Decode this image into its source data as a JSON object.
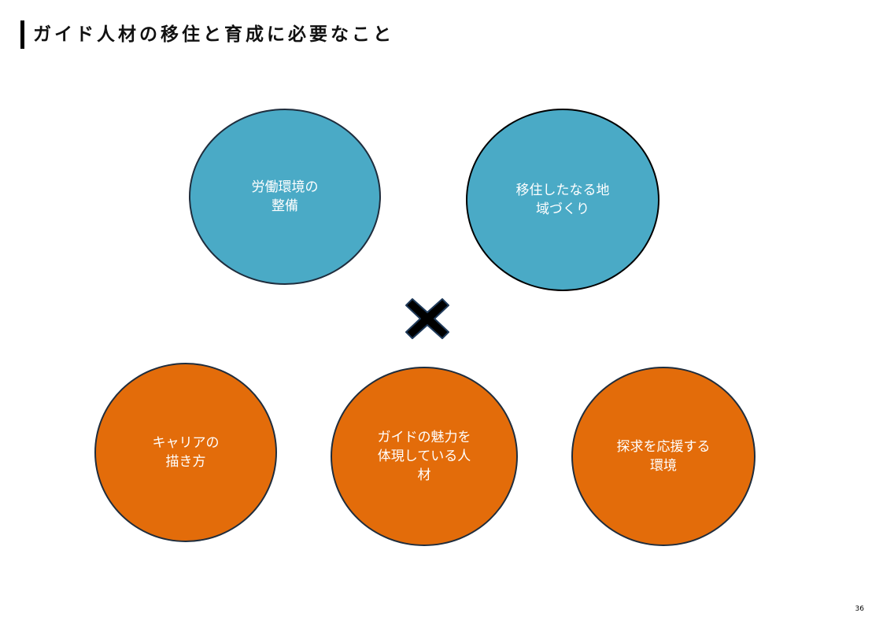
{
  "slide": {
    "title": "ガイド人材の移住と育成に必要なこと",
    "page_number": "36"
  },
  "top_circles": [
    {
      "label": "労働環境の\n整備",
      "color": "#4aaac6"
    },
    {
      "label": "移住したなる地\n域づくり",
      "color": "#4aaac6"
    }
  ],
  "operator": {
    "icon": "multiply-icon"
  },
  "bottom_circles": [
    {
      "label": "キャリアの\n描き方",
      "color": "#e36c0a"
    },
    {
      "label": "ガイドの魅力を\n体現している人\n材",
      "color": "#e36c0a"
    },
    {
      "label": "探求を応援する\n環境",
      "color": "#e36c0a"
    }
  ]
}
